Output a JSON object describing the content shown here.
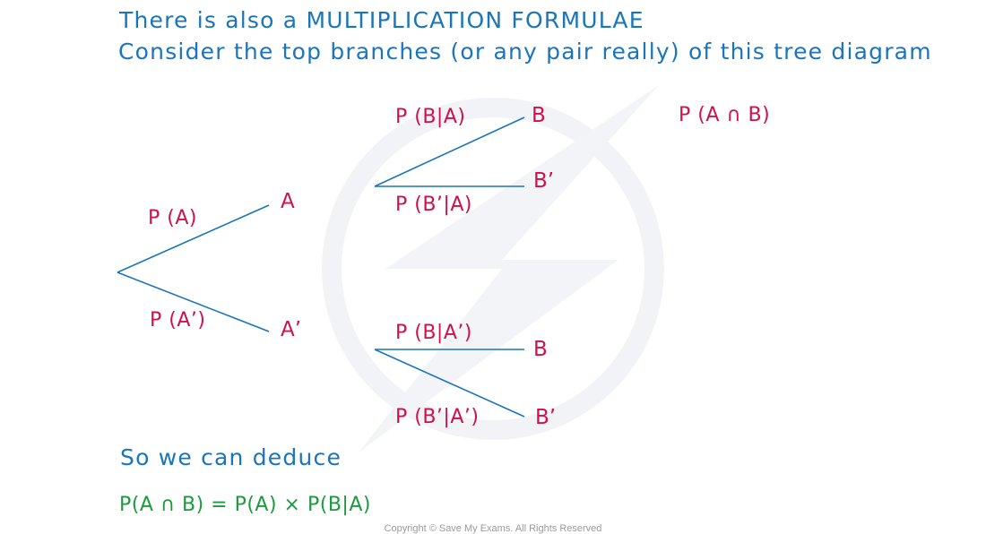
{
  "heading": {
    "line1": "There is also a MULTIPLICATION FORMULAE",
    "line2": "Consider the top branches (or any pair really) of this tree diagram"
  },
  "tree": {
    "first_level": {
      "branch_a_label": "P (A)",
      "branch_a_prime_label": "P (A’)",
      "node_a": "A",
      "node_a_prime": "A’"
    },
    "second_level_given_a": {
      "branch_b_label": "P (B|A)",
      "branch_b_prime_label": "P (B’|A)",
      "node_b": "B",
      "node_b_prime": "B’"
    },
    "second_level_given_a_prime": {
      "branch_b_label": "P (B|A’)",
      "branch_b_prime_label": "P (B’|A’)",
      "node_b": "B",
      "node_b_prime": "B’"
    },
    "outcome_top": "P (A ∩ B)"
  },
  "conclusion": {
    "intro": "So we can deduce",
    "formula": "P(A ∩ B) = P(A) × P(B|A)"
  },
  "footer": {
    "copyright": "Copyright © Save My Exams. All Rights Reserved"
  },
  "colors": {
    "heading": "#1b75bb",
    "branch_line": "#1b75bb",
    "labels": "#d0104c",
    "formula": "#1c9a3e",
    "watermark": "#f1f3f6"
  }
}
